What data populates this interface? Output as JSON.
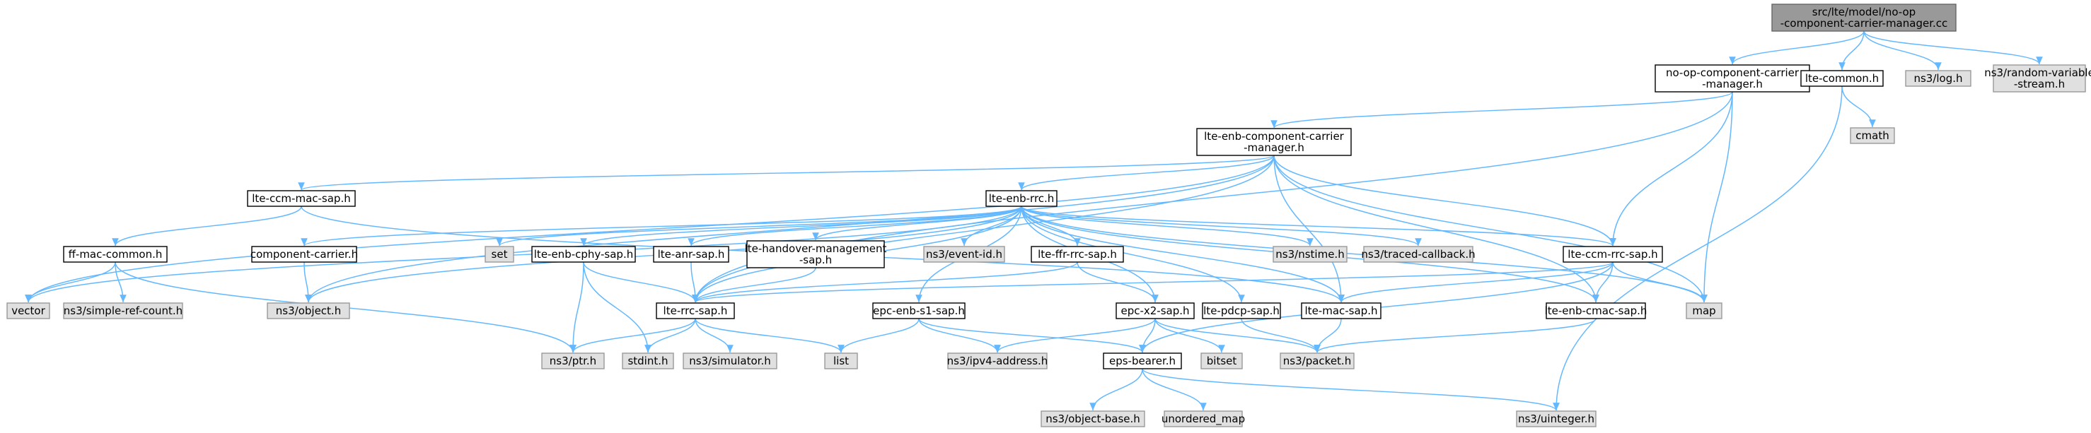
{
  "colors": {
    "edge": "#63b8ff",
    "root_fill": "#999999",
    "local_fill": "#ffffff",
    "system_fill": "#e0e0e0"
  },
  "nodes": [
    {
      "id": "root",
      "kind": "root",
      "lines": [
        "src/lte/model/no-op",
        "-component-carrier-manager.cc"
      ]
    },
    {
      "id": "noop_h",
      "kind": "local",
      "lines": [
        "no-op-component-carrier",
        "-manager.h"
      ]
    },
    {
      "id": "lte_common",
      "kind": "local",
      "lines": [
        "lte-common.h"
      ]
    },
    {
      "id": "ns3_log",
      "kind": "system",
      "lines": [
        "ns3/log.h"
      ]
    },
    {
      "id": "ns3_rvs",
      "kind": "system",
      "lines": [
        "ns3/random-variable",
        "-stream.h"
      ]
    },
    {
      "id": "enb_ccm",
      "kind": "local",
      "lines": [
        "lte-enb-component-carrier",
        "-manager.h"
      ]
    },
    {
      "id": "cmath",
      "kind": "system",
      "lines": [
        "cmath"
      ]
    },
    {
      "id": "ccm_mac",
      "kind": "local",
      "lines": [
        "lte-ccm-mac-sap.h"
      ]
    },
    {
      "id": "enb_rrc",
      "kind": "local",
      "lines": [
        "lte-enb-rrc.h"
      ]
    },
    {
      "id": "ff_mac",
      "kind": "local",
      "lines": [
        "ff-mac-common.h"
      ]
    },
    {
      "id": "comp_carrier",
      "kind": "local",
      "lines": [
        "component-carrier.h"
      ]
    },
    {
      "id": "set",
      "kind": "system",
      "lines": [
        "set"
      ]
    },
    {
      "id": "enb_cphy",
      "kind": "local",
      "lines": [
        "lte-enb-cphy-sap.h"
      ]
    },
    {
      "id": "anr",
      "kind": "local",
      "lines": [
        "lte-anr-sap.h"
      ]
    },
    {
      "id": "ho_mgmt",
      "kind": "local",
      "lines": [
        "lte-handover-management",
        "-sap.h"
      ]
    },
    {
      "id": "event_id",
      "kind": "system",
      "lines": [
        "ns3/event-id.h"
      ]
    },
    {
      "id": "ffr_rrc",
      "kind": "local",
      "lines": [
        "lte-ffr-rrc-sap.h"
      ]
    },
    {
      "id": "nstime",
      "kind": "system",
      "lines": [
        "ns3/nstime.h"
      ]
    },
    {
      "id": "traced_cb",
      "kind": "system",
      "lines": [
        "ns3/traced-callback.h"
      ]
    },
    {
      "id": "ccm_rrc",
      "kind": "local",
      "lines": [
        "lte-ccm-rrc-sap.h"
      ]
    },
    {
      "id": "vector",
      "kind": "system",
      "lines": [
        "vector"
      ]
    },
    {
      "id": "simple_ref",
      "kind": "system",
      "lines": [
        "ns3/simple-ref-count.h"
      ]
    },
    {
      "id": "object",
      "kind": "system",
      "lines": [
        "ns3/object.h"
      ]
    },
    {
      "id": "rrc_sap",
      "kind": "local",
      "lines": [
        "lte-rrc-sap.h"
      ]
    },
    {
      "id": "epc_s1",
      "kind": "local",
      "lines": [
        "epc-enb-s1-sap.h"
      ]
    },
    {
      "id": "epc_x2",
      "kind": "local",
      "lines": [
        "epc-x2-sap.h"
      ]
    },
    {
      "id": "pdcp",
      "kind": "local",
      "lines": [
        "lte-pdcp-sap.h"
      ]
    },
    {
      "id": "mac_sap",
      "kind": "local",
      "lines": [
        "lte-mac-sap.h"
      ]
    },
    {
      "id": "enb_cmac",
      "kind": "local",
      "lines": [
        "lte-enb-cmac-sap.h"
      ]
    },
    {
      "id": "map",
      "kind": "system",
      "lines": [
        "map"
      ]
    },
    {
      "id": "ptr",
      "kind": "system",
      "lines": [
        "ns3/ptr.h"
      ]
    },
    {
      "id": "stdint",
      "kind": "system",
      "lines": [
        "stdint.h"
      ]
    },
    {
      "id": "simulator",
      "kind": "system",
      "lines": [
        "ns3/simulator.h"
      ]
    },
    {
      "id": "list",
      "kind": "system",
      "lines": [
        "list"
      ]
    },
    {
      "id": "ipv4",
      "kind": "system",
      "lines": [
        "ns3/ipv4-address.h"
      ]
    },
    {
      "id": "eps_bearer",
      "kind": "local",
      "lines": [
        "eps-bearer.h"
      ]
    },
    {
      "id": "bitset",
      "kind": "system",
      "lines": [
        "bitset"
      ]
    },
    {
      "id": "packet",
      "kind": "system",
      "lines": [
        "ns3/packet.h"
      ]
    },
    {
      "id": "object_base",
      "kind": "system",
      "lines": [
        "ns3/object-base.h"
      ]
    },
    {
      "id": "unordered_map",
      "kind": "system",
      "lines": [
        "unordered_map"
      ]
    },
    {
      "id": "uinteger",
      "kind": "system",
      "lines": [
        "ns3/uinteger.h"
      ]
    }
  ],
  "edges": [
    [
      "root",
      "noop_h"
    ],
    [
      "root",
      "lte_common"
    ],
    [
      "root",
      "ns3_log"
    ],
    [
      "root",
      "ns3_rvs"
    ],
    [
      "noop_h",
      "enb_ccm"
    ],
    [
      "noop_h",
      "ccm_rrc"
    ],
    [
      "noop_h",
      "rrc_sap"
    ],
    [
      "noop_h",
      "map"
    ],
    [
      "lte_common",
      "cmath"
    ],
    [
      "lte_common",
      "uinteger"
    ],
    [
      "enb_ccm",
      "ccm_mac"
    ],
    [
      "enb_ccm",
      "enb_rrc"
    ],
    [
      "enb_ccm",
      "ccm_rrc"
    ],
    [
      "enb_ccm",
      "mac_sap"
    ],
    [
      "enb_ccm",
      "enb_cmac"
    ],
    [
      "enb_ccm",
      "rrc_sap"
    ],
    [
      "enb_ccm",
      "map"
    ],
    [
      "enb_ccm",
      "vector"
    ],
    [
      "enb_ccm",
      "object"
    ],
    [
      "ccm_mac",
      "ff_mac"
    ],
    [
      "ccm_mac",
      "mac_sap"
    ],
    [
      "ff_mac",
      "vector"
    ],
    [
      "ff_mac",
      "simple_ref"
    ],
    [
      "ff_mac",
      "ptr"
    ],
    [
      "enb_rrc",
      "comp_carrier"
    ],
    [
      "enb_rrc",
      "set"
    ],
    [
      "enb_rrc",
      "enb_cphy"
    ],
    [
      "enb_rrc",
      "anr"
    ],
    [
      "enb_rrc",
      "ho_mgmt"
    ],
    [
      "enb_rrc",
      "event_id"
    ],
    [
      "enb_rrc",
      "ffr_rrc"
    ],
    [
      "enb_rrc",
      "nstime"
    ],
    [
      "enb_rrc",
      "traced_cb"
    ],
    [
      "enb_rrc",
      "ccm_rrc"
    ],
    [
      "enb_rrc",
      "epc_s1"
    ],
    [
      "enb_rrc",
      "epc_x2"
    ],
    [
      "enb_rrc",
      "pdcp"
    ],
    [
      "enb_rrc",
      "mac_sap"
    ],
    [
      "enb_rrc",
      "enb_cmac"
    ],
    [
      "enb_rrc",
      "rrc_sap"
    ],
    [
      "enb_rrc",
      "map"
    ],
    [
      "enb_rrc",
      "vector"
    ],
    [
      "enb_rrc",
      "object"
    ],
    [
      "comp_carrier",
      "object"
    ],
    [
      "enb_cphy",
      "rrc_sap"
    ],
    [
      "enb_cphy",
      "ptr"
    ],
    [
      "enb_cphy",
      "stdint"
    ],
    [
      "anr",
      "rrc_sap"
    ],
    [
      "ho_mgmt",
      "rrc_sap"
    ],
    [
      "ffr_rrc",
      "rrc_sap"
    ],
    [
      "ffr_rrc",
      "epc_x2"
    ],
    [
      "ccm_rrc",
      "rrc_sap"
    ],
    [
      "ccm_rrc",
      "mac_sap"
    ],
    [
      "ccm_rrc",
      "enb_cmac"
    ],
    [
      "ccm_rrc",
      "map"
    ],
    [
      "ccm_rrc",
      "eps_bearer"
    ],
    [
      "rrc_sap",
      "ptr"
    ],
    [
      "rrc_sap",
      "stdint"
    ],
    [
      "rrc_sap",
      "simulator"
    ],
    [
      "rrc_sap",
      "list"
    ],
    [
      "epc_s1",
      "list"
    ],
    [
      "epc_s1",
      "ipv4"
    ],
    [
      "epc_s1",
      "eps_bearer"
    ],
    [
      "epc_x2",
      "ipv4"
    ],
    [
      "epc_x2",
      "eps_bearer"
    ],
    [
      "epc_x2",
      "bitset"
    ],
    [
      "epc_x2",
      "packet"
    ],
    [
      "pdcp",
      "packet"
    ],
    [
      "mac_sap",
      "packet"
    ],
    [
      "enb_cmac",
      "packet"
    ],
    [
      "eps_bearer",
      "object_base"
    ],
    [
      "eps_bearer",
      "unordered_map"
    ],
    [
      "eps_bearer",
      "uinteger"
    ]
  ]
}
